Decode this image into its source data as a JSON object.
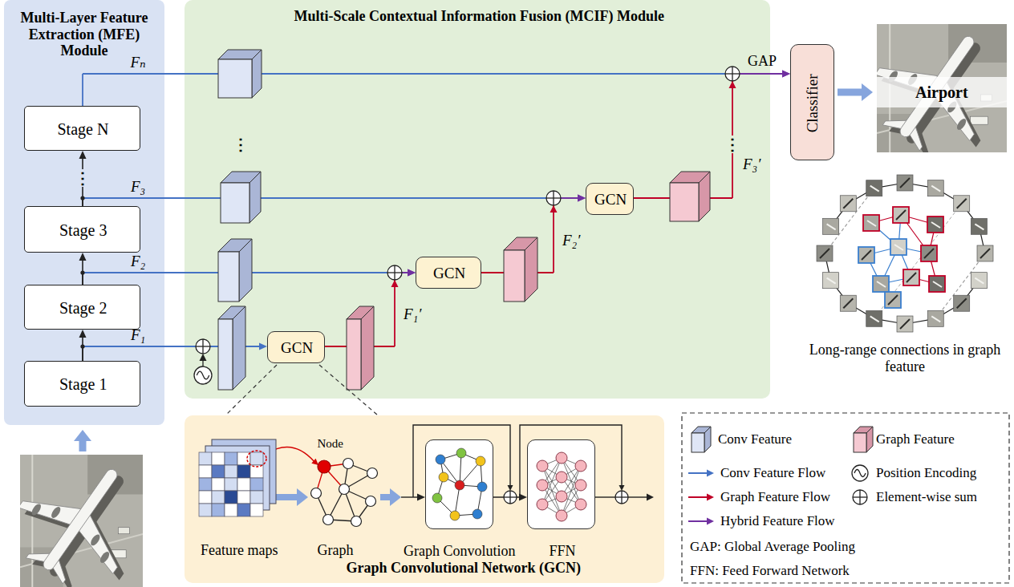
{
  "diagram": {
    "nodes": [
      {
        "text": [
          "Multi-Layer Feature Extraction (MFE) Module"
        ]
      },
      {
        "text": [
          "Stage N"
        ],
        "in": 0
      },
      {
        "text": [
          "Stage 3"
        ],
        "in": 0
      },
      {
        "text": [
          "Stage 2"
        ],
        "in": 0
      },
      {
        "text": [
          "Stage 1"
        ],
        "in": 0
      },
      {
        "text": [
          "Multi-Scale Contextual Information Fusion (MCIF) Module"
        ]
      },
      {
        "text": [
          "GCN"
        ],
        "in": 5
      },
      {
        "text": [
          "GCN"
        ],
        "in": 5
      },
      {
        "text": [
          "GCN"
        ],
        "in": 5
      },
      {
        "text": [
          "Classifier"
        ]
      },
      {
        "text": [
          "Graph Convolutional Network (GCN)"
        ]
      },
      {
        "text": [
          "Feature maps"
        ],
        "in": 10
      },
      {
        "text": [
          "Graph"
        ],
        "in": 10
      },
      {
        "text": [
          "Graph Convolution"
        ],
        "in": 10
      },
      {
        "text": [
          "FFN"
        ],
        "in": 10
      }
    ],
    "edges": [
      {
        "from": 4,
        "to": 3,
        "arrow": "to"
      },
      {
        "from": 3,
        "to": 2,
        "arrow": "to"
      },
      {
        "from": 2,
        "to": 1,
        "arrow": "to"
      },
      {
        "from": 4,
        "to": 6,
        "arrow": "to"
      },
      {
        "from": 3,
        "to": 7,
        "arrow": "to"
      },
      {
        "from": 2,
        "to": 8,
        "arrow": "to"
      },
      {
        "from": 6,
        "to": 7,
        "arrow": "to"
      },
      {
        "from": 7,
        "to": 8,
        "arrow": "to"
      },
      {
        "from": 1,
        "to": 9,
        "arrow": "to"
      },
      {
        "from": 8,
        "to": 9,
        "arrow": "to"
      },
      {
        "from": 11,
        "to": 12,
        "arrow": "to"
      },
      {
        "from": 12,
        "to": 13,
        "arrow": "to"
      },
      {
        "from": 13,
        "to": 14,
        "arrow": "to"
      }
    ],
    "labels": [
      "Fₙ",
      "F₃",
      "⋮",
      "⋮",
      "⋮",
      "F₂",
      "F₁",
      "F₁′",
      "F₂′",
      "F₃′",
      "GAP",
      "Airport",
      "Long-range connections in graph feature",
      "Node"
    ],
    "legend": [
      {
        "text": "Conv Feature"
      },
      {
        "text": "Graph Feature"
      },
      {
        "text": "Conv Feature Flow"
      },
      {
        "text": "Position Encoding"
      },
      {
        "text": "Graph Feature Flow"
      },
      {
        "text": "Element-wise sum"
      },
      {
        "text": "Hybrid Feature Flow"
      },
      {
        "text": "GAP: Global Average Pooling"
      },
      {
        "text": "FFN: Feed Forward Network"
      }
    ]
  }
}
